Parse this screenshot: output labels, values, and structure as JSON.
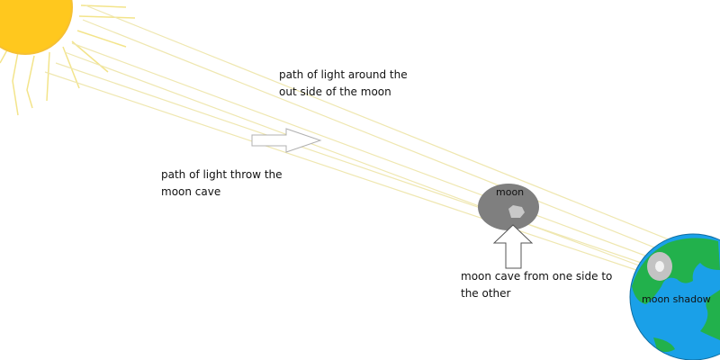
{
  "labels": {
    "path_around_line1": "path of light around the",
    "path_around_line2": "out side of the moon",
    "path_through_line1": "path of light throw the",
    "path_through_line2": "moon cave",
    "moon_cave_line1": "moon cave from one side to",
    "moon_cave_line2": "the other",
    "moon": "moon",
    "moon_shadow": "moon shadow"
  },
  "colors": {
    "sun": "#FFC81E",
    "sun_rays": "#F3E48A",
    "light_path": "#EFE7B0",
    "moon": "#7F7F7F",
    "moon_cave": "#C8C8C8",
    "earth_ocean": "#1AA0E8",
    "earth_land": "#22B14C",
    "shadow": "#C3C3C3"
  }
}
